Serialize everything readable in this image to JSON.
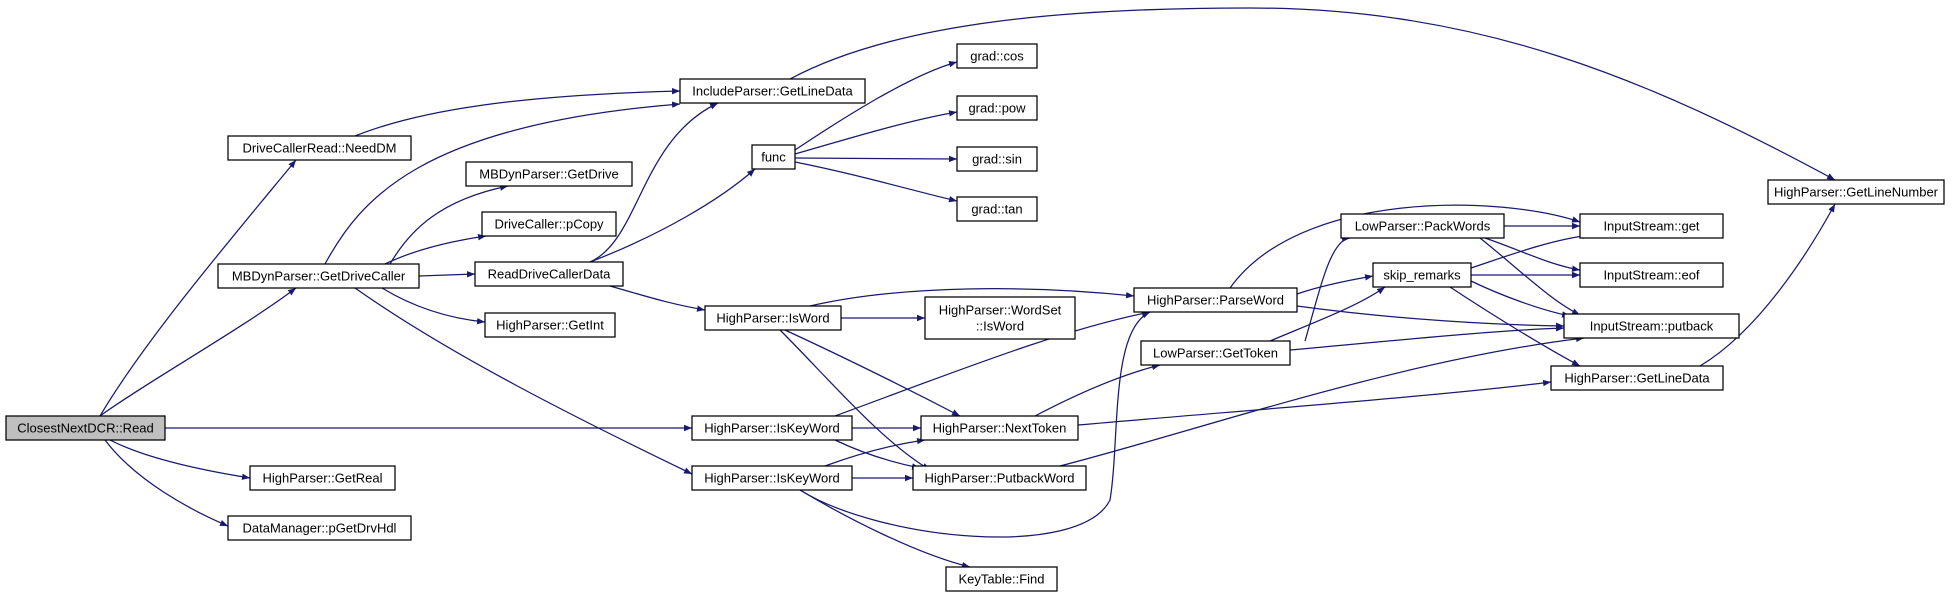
{
  "graph": {
    "edge_color": "#191970",
    "root_fill": "#bfbfbf",
    "nodes": {
      "root": {
        "lines": [
          "ClosestNextDCR::Read"
        ]
      },
      "needdm": {
        "lines": [
          "DriveCallerRead::NeedDM"
        ]
      },
      "getdrivecaller": {
        "lines": [
          "MBDynParser::GetDriveCaller"
        ]
      },
      "getreal": {
        "lines": [
          "HighParser::GetReal"
        ]
      },
      "pgetdrvhdl": {
        "lines": [
          "DataManager::pGetDrvHdl"
        ]
      },
      "inc_getlinedata": {
        "lines": [
          "IncludeParser::GetLineData"
        ]
      },
      "getdrive": {
        "lines": [
          "MBDynParser::GetDrive"
        ]
      },
      "pcopy": {
        "lines": [
          "DriveCaller::pCopy"
        ]
      },
      "readdrivecallerdata": {
        "lines": [
          "ReadDriveCallerData"
        ]
      },
      "getint": {
        "lines": [
          "HighParser::GetInt"
        ]
      },
      "iskeyword1": {
        "lines": [
          "HighParser::IsKeyWord"
        ]
      },
      "iskeyword2": {
        "lines": [
          "HighParser::IsKeyWord"
        ]
      },
      "func": {
        "lines": [
          "func"
        ]
      },
      "iswordhp": {
        "lines": [
          "HighParser::IsWord"
        ]
      },
      "gradcos": {
        "lines": [
          "grad::cos"
        ]
      },
      "gradpow": {
        "lines": [
          "grad::pow"
        ]
      },
      "gradsin": {
        "lines": [
          "grad::sin"
        ]
      },
      "gradtan": {
        "lines": [
          "grad::tan"
        ]
      },
      "wordset": {
        "lines": [
          "HighParser::WordSet",
          "::IsWord"
        ]
      },
      "nexttoken": {
        "lines": [
          "HighParser::NextToken"
        ]
      },
      "putbackword": {
        "lines": [
          "HighParser::PutbackWord"
        ]
      },
      "find": {
        "lines": [
          "KeyTable::Find"
        ]
      },
      "parseword": {
        "lines": [
          "HighParser::ParseWord"
        ]
      },
      "gettoken": {
        "lines": [
          "LowParser::GetToken"
        ]
      },
      "packwords": {
        "lines": [
          "LowParser::PackWords"
        ]
      },
      "skipremarks": {
        "lines": [
          "skip_remarks"
        ]
      },
      "isget": {
        "lines": [
          "InputStream::get"
        ]
      },
      "iseof": {
        "lines": [
          "InputStream::eof"
        ]
      },
      "isputback": {
        "lines": [
          "InputStream::putback"
        ]
      },
      "hp_getlinedata": {
        "lines": [
          "HighParser::GetLineData"
        ]
      },
      "getlinenumber": {
        "lines": [
          "HighParser::GetLineNumber"
        ]
      }
    }
  }
}
